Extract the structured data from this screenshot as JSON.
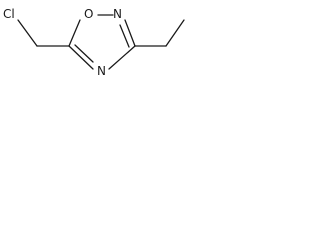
{
  "molecule": {
    "atoms": {
      "chlorine": "Cl",
      "ring_oxygen": "O",
      "ring_nitrogen_top": "N",
      "ring_nitrogen_bottom": "N"
    }
  }
}
